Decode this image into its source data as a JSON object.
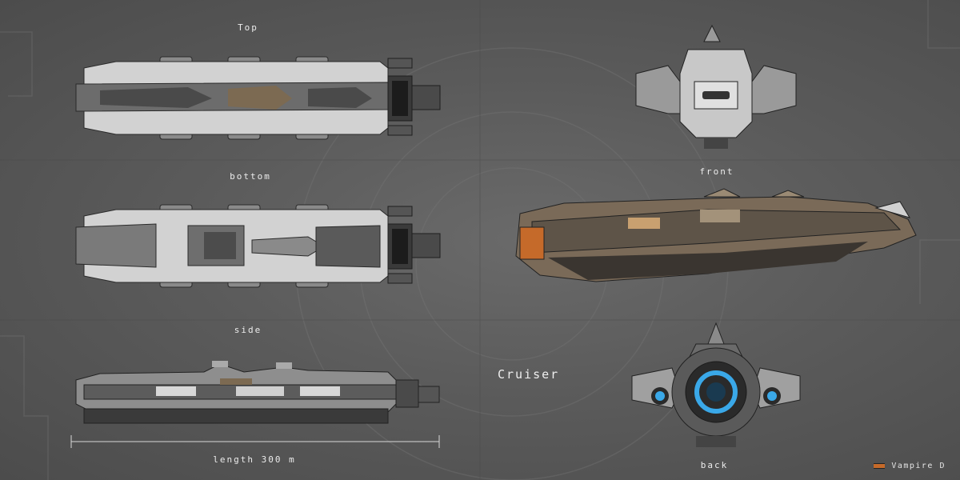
{
  "sheet": {
    "class_name": "Cruiser",
    "brand": "Vampire D",
    "scale_label": "length 300 m"
  },
  "views": {
    "top": "Top",
    "bottom": "bottom",
    "side": "side",
    "front": "front",
    "back": "back"
  },
  "colors": {
    "background": "#5b5b5b",
    "hull_light": "#cfcfcf",
    "hull_dark": "#3e3e3e",
    "hull_bronze": "#7a6a58",
    "accent_orange": "#c56a2a",
    "engine_blue": "#3aa8e8"
  }
}
